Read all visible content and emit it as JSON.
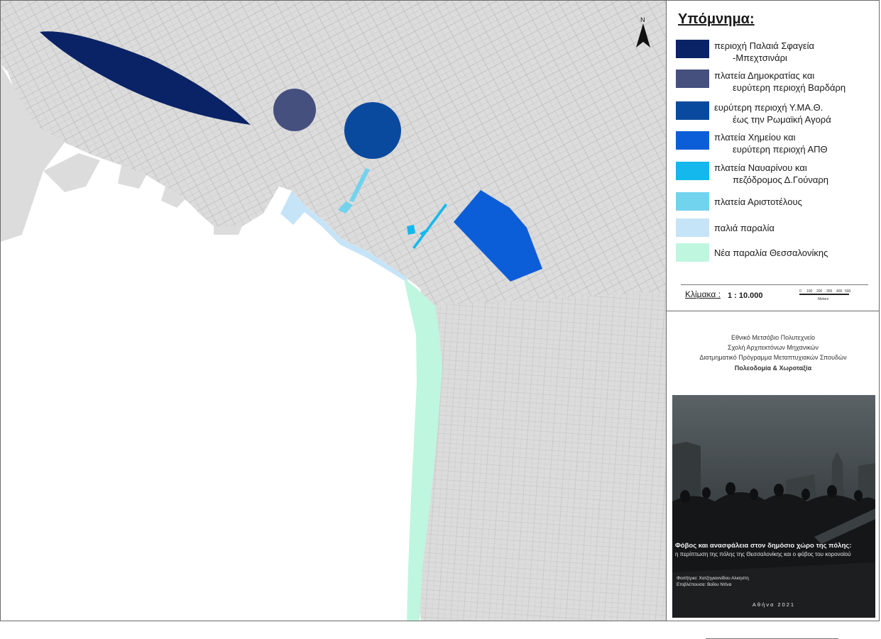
{
  "map": {
    "north_label": "N",
    "colors": {
      "land": "#dcdcdc",
      "streets": "#bfbfbf",
      "sea": "#ffffff"
    }
  },
  "legend": {
    "title": "Υπόμνημα:",
    "items": [
      {
        "line1": "περιοχή Παλαιά Σφαγεία",
        "line2": "-Μπεχτσινάρι",
        "color": "#0a2366"
      },
      {
        "line1": "πλατεία Δημοκρατίας και",
        "line2": "ευρύτερη περιοχή Βαρδάρη",
        "color": "#46507f"
      },
      {
        "line1": "ευρύτερη περιοχή Υ.ΜΑ.Θ.",
        "line2": "έως την Ρωμαϊκή Αγορά",
        "color": "#0a4a9e"
      },
      {
        "line1": "πλατεία Χημείου και",
        "line2": "ευρύτερη περιοχή ΑΠΘ",
        "color": "#0c5ed8"
      },
      {
        "line1": "πλατεία Ναυαρίνου και",
        "line2": "πεζόδρομος Δ.Γούναρη",
        "color": "#14b8ec"
      },
      {
        "line1": "πλατεία Αριστοτέλους",
        "line2": "",
        "color": "#72d3ee"
      },
      {
        "line1": "παλιά παραλία",
        "line2": "",
        "color": "#c6e4f8"
      },
      {
        "line1": "Νέα παραλία Θεσσαλονίκης",
        "line2": "",
        "color": "#bff6df"
      }
    ]
  },
  "scale": {
    "label": "Κλίμακα :",
    "value": "1 : 10.000",
    "ticks": [
      "0",
      "100",
      "200",
      "300",
      "400",
      "500"
    ],
    "unit": "Meters"
  },
  "institution": {
    "line1": "Εθνικό Μετσόβιο Πολυτεχνείο",
    "line2": "Σχολή Αρχιτεκτόνων Μηχανικών",
    "line3": "Διατμηματικό Πρόγραμμα Μεταπτυχιακών Σπουδών",
    "line4": "Πολεοδομία & Χωροταξία"
  },
  "cover": {
    "title": "Φόβος και ανασφάλεια στον δημόσιο χώρο της πόλης:",
    "subtitle": "η περίπτωση της πόλης της Θεσσαλονίκης και ο φόβος του κορονοϊού",
    "student": "Φοιτήτρια: Χατζηγιαννίδου Αλκηστη",
    "supervisor": "Επιβλέπουσα: Βαΐου Ντίνα",
    "city": "Αθήνα 2021"
  }
}
